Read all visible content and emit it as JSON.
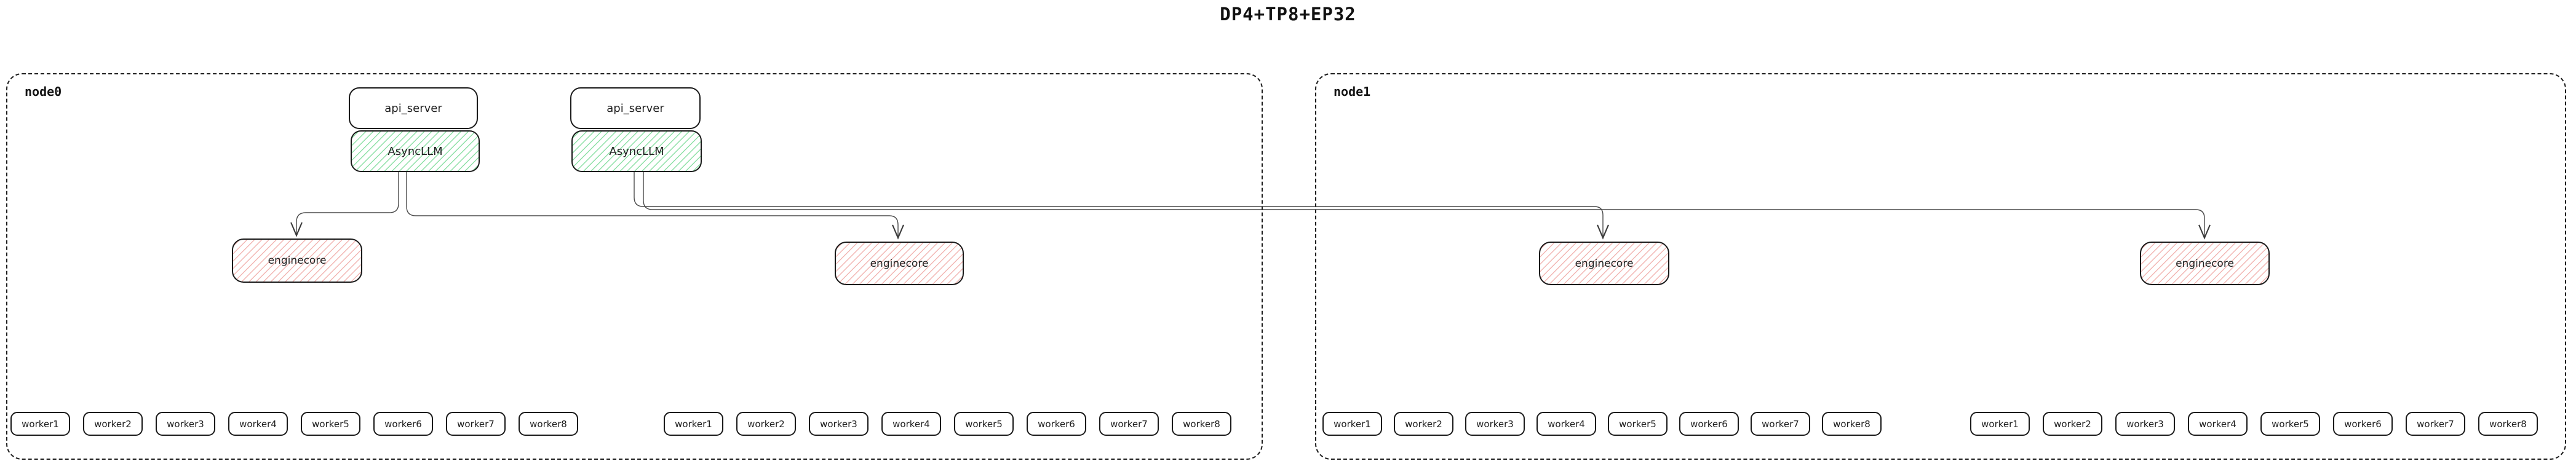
{
  "title": "DP4+TP8+EP32",
  "colors": {
    "box_border": "#1a1a1a",
    "node_border": "#1e1e1e",
    "connector": "#4a4a4a",
    "green_hatch": "#8de0a6",
    "red_hatch": "#f2b6b3",
    "background": "#ffffff"
  },
  "nodes": [
    {
      "label": "node0",
      "stacks": [
        {
          "api_server": "api_server",
          "asyncllm": "AsyncLLM"
        },
        {
          "api_server": "api_server",
          "asyncllm": "AsyncLLM"
        }
      ],
      "enginecores": [
        "enginecore",
        "enginecore"
      ],
      "worker_groups": [
        [
          "worker1",
          "worker2",
          "worker3",
          "worker4",
          "worker5",
          "worker6",
          "worker7",
          "worker8"
        ],
        [
          "worker1",
          "worker2",
          "worker3",
          "worker4",
          "worker5",
          "worker6",
          "worker7",
          "worker8"
        ]
      ]
    },
    {
      "label": "node1",
      "stacks": [],
      "enginecores": [
        "enginecore",
        "enginecore"
      ],
      "worker_groups": [
        [
          "worker1",
          "worker2",
          "worker3",
          "worker4",
          "worker5",
          "worker6",
          "worker7",
          "worker8"
        ],
        [
          "worker1",
          "worker2",
          "worker3",
          "worker4",
          "worker5",
          "worker6",
          "worker7",
          "worker8"
        ]
      ]
    }
  ],
  "edges": [
    {
      "from": "AsyncLLM-1",
      "to": "enginecore-1"
    },
    {
      "from": "AsyncLLM-1",
      "to": "enginecore-2"
    },
    {
      "from": "AsyncLLM-2",
      "to": "enginecore-3"
    },
    {
      "from": "AsyncLLM-2",
      "to": "enginecore-4"
    }
  ]
}
